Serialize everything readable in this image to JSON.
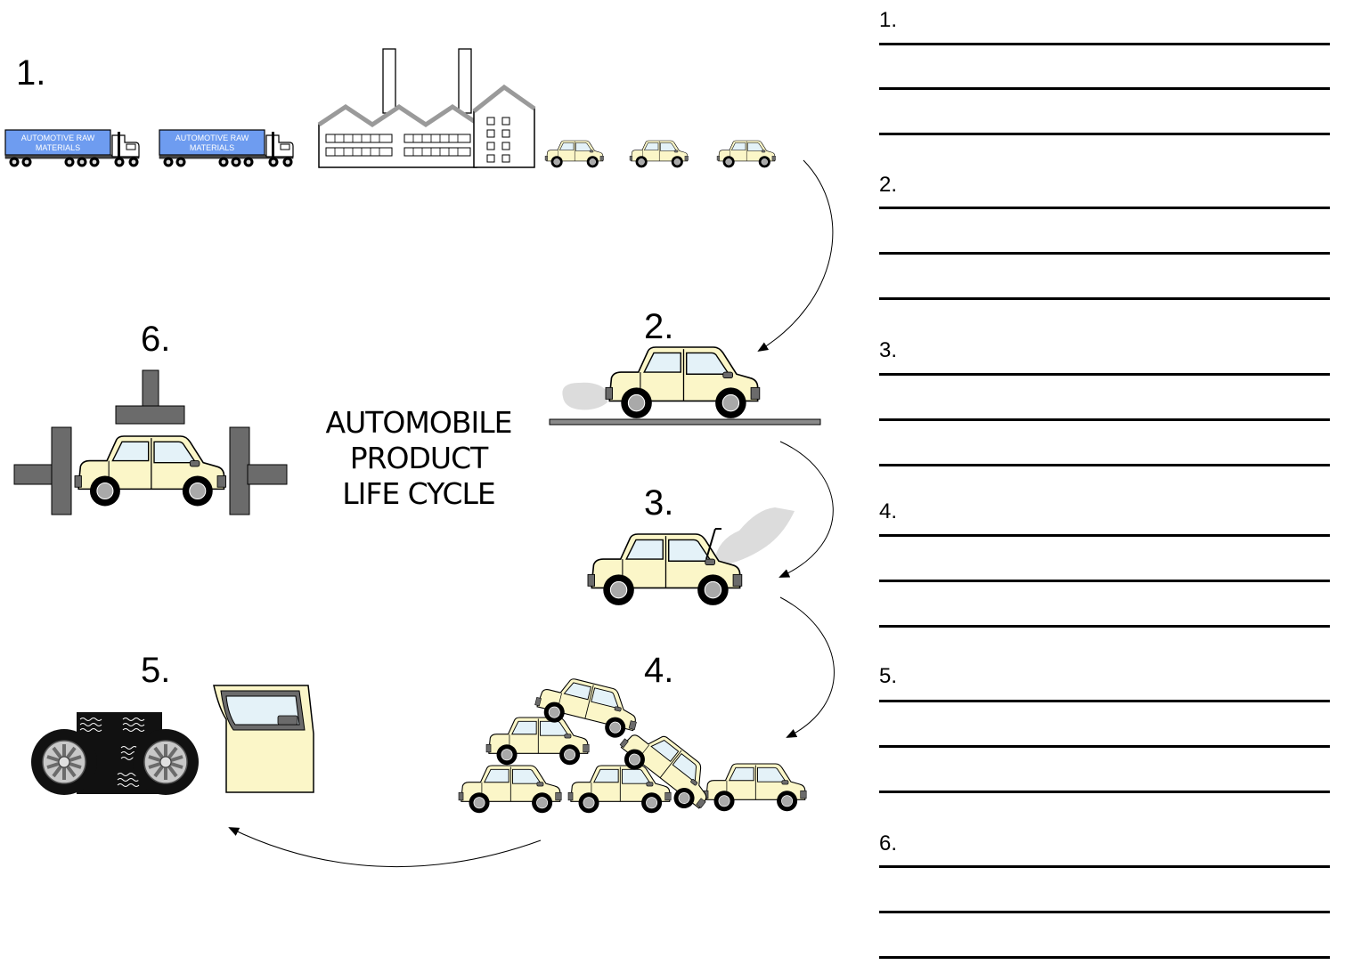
{
  "diagram": {
    "title_lines": [
      "AUTOMOBILE",
      "PRODUCT",
      "LIFE CYCLE"
    ],
    "stages": [
      {
        "number": "1."
      },
      {
        "number": "2."
      },
      {
        "number": "3."
      },
      {
        "number": "4."
      },
      {
        "number": "5."
      },
      {
        "number": "6."
      }
    ],
    "truck_label_lines": [
      "AUTOMOTIVE RAW",
      "MATERIALS"
    ],
    "colors": {
      "car_body": "#fbf6c8",
      "truck_trailer": "#6e9cf0",
      "steel_gray": "#6b6b6b",
      "smoke": "#dcdcdc"
    }
  },
  "worksheet": {
    "items": [
      {
        "label": "1."
      },
      {
        "label": "2."
      },
      {
        "label": "3."
      },
      {
        "label": "4."
      },
      {
        "label": "5."
      },
      {
        "label": "6."
      }
    ]
  }
}
